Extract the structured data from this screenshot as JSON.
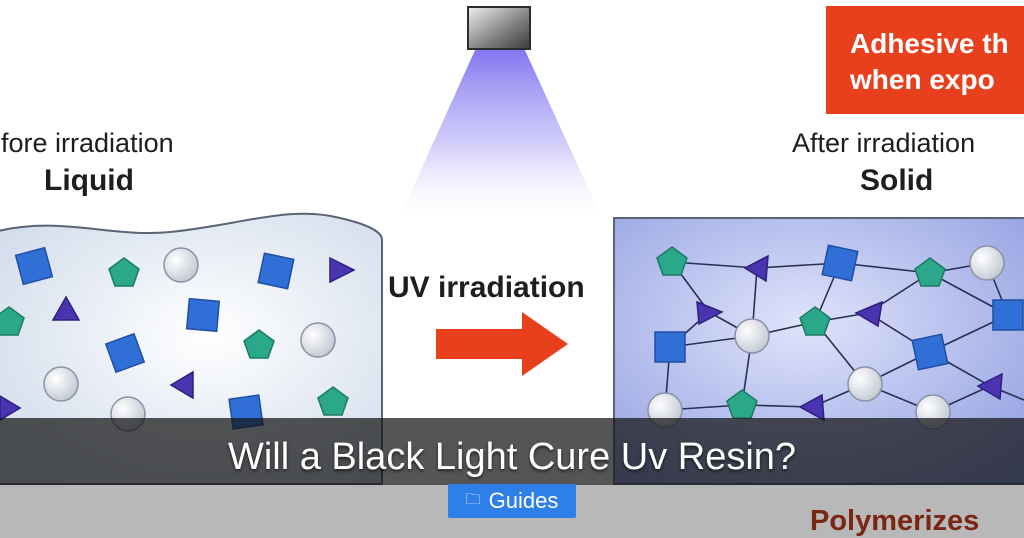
{
  "diagram": {
    "before": {
      "caption": "efore irradiation",
      "state": "Liquid"
    },
    "after": {
      "caption": "After irradiation",
      "state": "Solid"
    },
    "process_label": "UV irradiation",
    "callout": {
      "line1": "Adhesive th",
      "line2": "when expo"
    },
    "footer_partial": "Polymerizes",
    "colors": {
      "callout": "#e8401c",
      "arrow": "#e8401c",
      "uv_light": "#8a7cf0",
      "square": "#2f6fd6",
      "pentagon": "#2aa889",
      "triangle": "#4a35b0",
      "sphere": "#f2f4f8"
    }
  },
  "overlay": {
    "title": "Will a Black Light Cure Uv Resin?",
    "badge": {
      "icon": "folder-icon",
      "label": "Guides",
      "color": "#2f7fe8"
    }
  }
}
